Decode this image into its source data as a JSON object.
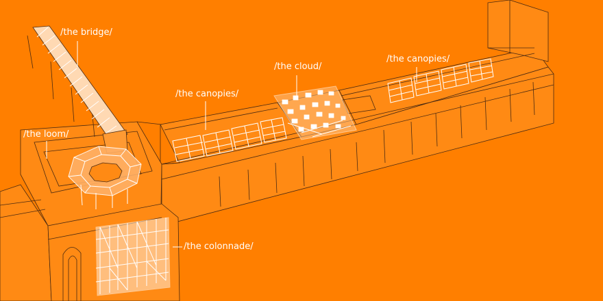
{
  "labels": {
    "bridge": "/the bridge/",
    "loom": "/the loom/",
    "canopies_left": "/the canopies/",
    "cloud": "/the cloud/",
    "canopies_right": "/the canopies/",
    "colonnade": "/the colonnade/"
  },
  "colors": {
    "background": "#ff7f00",
    "linework": "#4a2a12",
    "installation": "#ffffff"
  },
  "icons": {
    "bridge": "spiral-tube",
    "loom": "octagon-ring",
    "canopies": "grid-panels",
    "cloud": "scattered-cubes",
    "colonnade": "frame-columns"
  }
}
